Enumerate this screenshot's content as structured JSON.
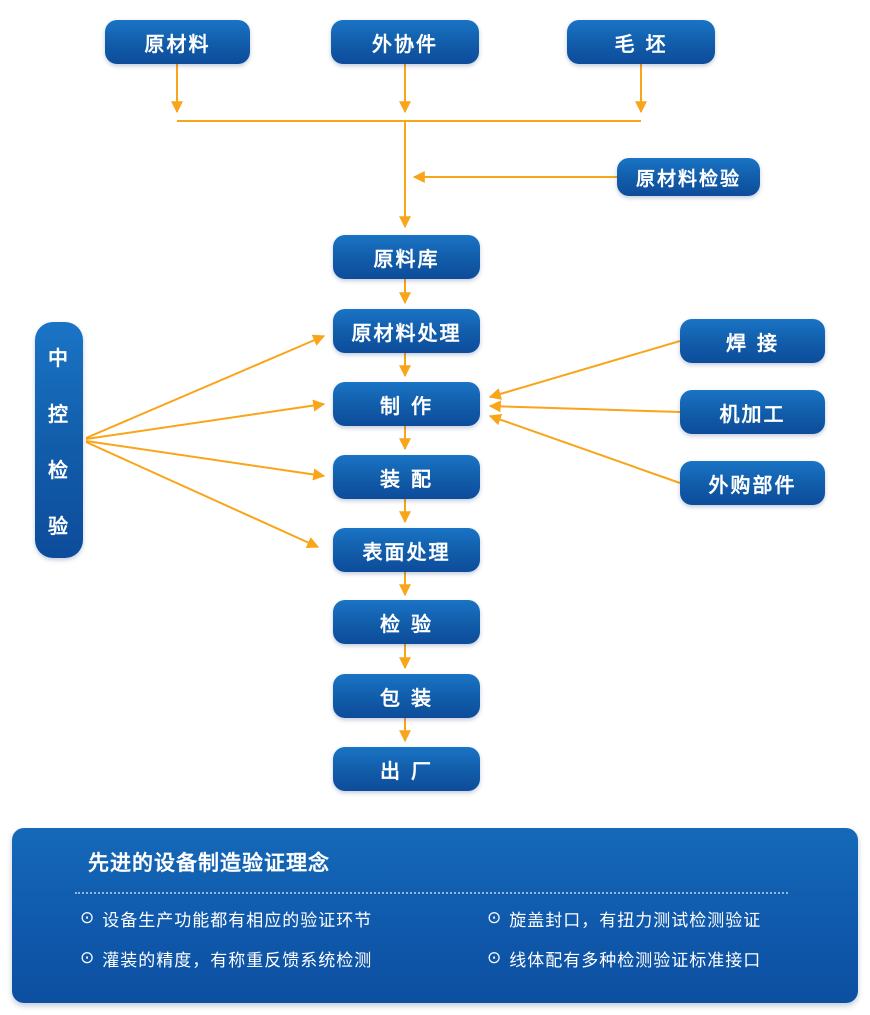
{
  "flowchart": {
    "top_nodes": [
      {
        "label": "原材料"
      },
      {
        "label": "外协件"
      },
      {
        "label": "毛 坯"
      }
    ],
    "inspection_branch": {
      "label": "原材料检验"
    },
    "main_nodes": [
      {
        "label": "原料库"
      },
      {
        "label": "原材料处理"
      },
      {
        "label": "制 作"
      },
      {
        "label": "装 配"
      },
      {
        "label": "表面处理"
      },
      {
        "label": "检 验"
      },
      {
        "label": "包 装"
      },
      {
        "label": "出 厂"
      }
    ],
    "left_node": {
      "label": "中\n控\n检\n验"
    },
    "right_nodes": [
      {
        "label": "焊 接"
      },
      {
        "label": "机加工"
      },
      {
        "label": "外购部件"
      }
    ]
  },
  "panel": {
    "title": "先进的设备制造验证理念",
    "bullet_icon": "⊙",
    "bullets_left": [
      "设备生产功能都有相应的验证环节",
      "灌装的精度，有称重反馈系统检测"
    ],
    "bullets_right": [
      "旋盖封口，有扭力测试检测验证",
      "线体配有多种检测验证标准接口"
    ]
  },
  "colors": {
    "node_blue_top": "#1a74c5",
    "node_blue_bottom": "#0d4c9b",
    "arrow_orange": "#F9A51A",
    "panel_blue": "#0f58ab"
  }
}
